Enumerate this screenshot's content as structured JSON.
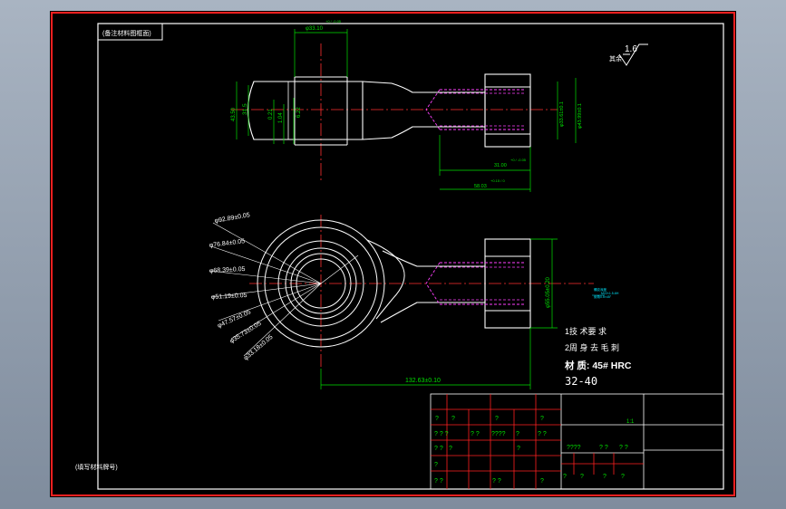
{
  "sheet": {
    "top_left_box_label": "(备注材料图框面)",
    "bottom_left_label": "(填写材料牌号)"
  },
  "roughness": {
    "prefix": "其余",
    "value": "1.6"
  },
  "dimensions": {
    "top_width": "φ33.10",
    "top_width_tol": "+0 / -0.05",
    "left_overall": "43.50",
    "left_height": "31.5",
    "left_v1": "0.21",
    "left_v2": "1.04",
    "left_v3": "6.22",
    "right_inner": "φ33.61±0.1",
    "right_outer": "φ43.99±0.1",
    "thread_len": "31.00",
    "thread_len_tol": "+0 / -0.05",
    "total_len": "58.03",
    "total_len_tol": "+0.15 / 0",
    "radial": [
      "φ92.89±0.05",
      "φ76.84±0.05",
      "φ68.39±0.05",
      "φ51.19±0.05",
      "φ47.57±0.05",
      "φ35.73±0.05",
      "φ33.18±0.05"
    ],
    "side_height": "φ55.05±0.20",
    "bottom_length": "132.63±0.10"
  },
  "notes": {
    "line1": "1技 术要 求",
    "line2": "2周 身 去 毛 刺",
    "material": "材 质: 45# HRC",
    "hardness": "32-40",
    "small_callouts": [
      "螺纹深度",
      "M22×1.5-6H",
      "倒角0.5×45°"
    ]
  },
  "title_block": {
    "scale": "1:1",
    "q": "?",
    "q2": "? ?",
    "q4": "????",
    "q3": "? ? ?"
  }
}
